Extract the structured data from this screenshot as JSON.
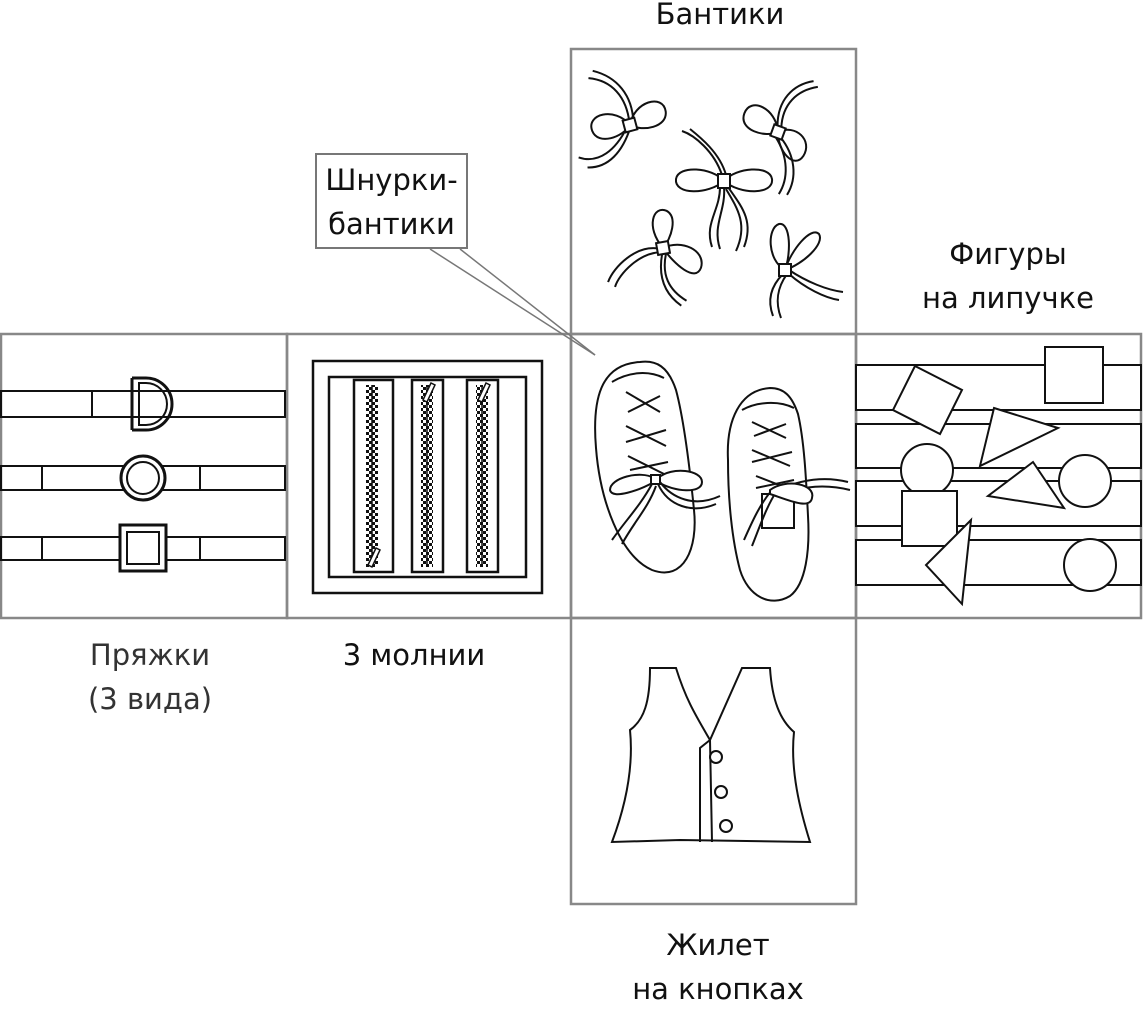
{
  "labels": {
    "bows": "Бантики",
    "laces_line1": "Шнурки-",
    "laces_line2": "бантики",
    "figures_line1": "Фигуры",
    "figures_line2": "на липучке",
    "buckles_line1": "Пряжки",
    "buckles_line2": "(3 вида)",
    "zippers": "3 молнии",
    "vest_line1": "Жилет",
    "vest_line2": "на кнопках"
  },
  "colors": {
    "panel_border": "#888888",
    "line": "#111111",
    "background": "#ffffff"
  },
  "panels": [
    "bows-panel",
    "buckles-panel",
    "zippers-panel",
    "shoes-panel",
    "velcro-figures-panel",
    "vest-panel"
  ]
}
